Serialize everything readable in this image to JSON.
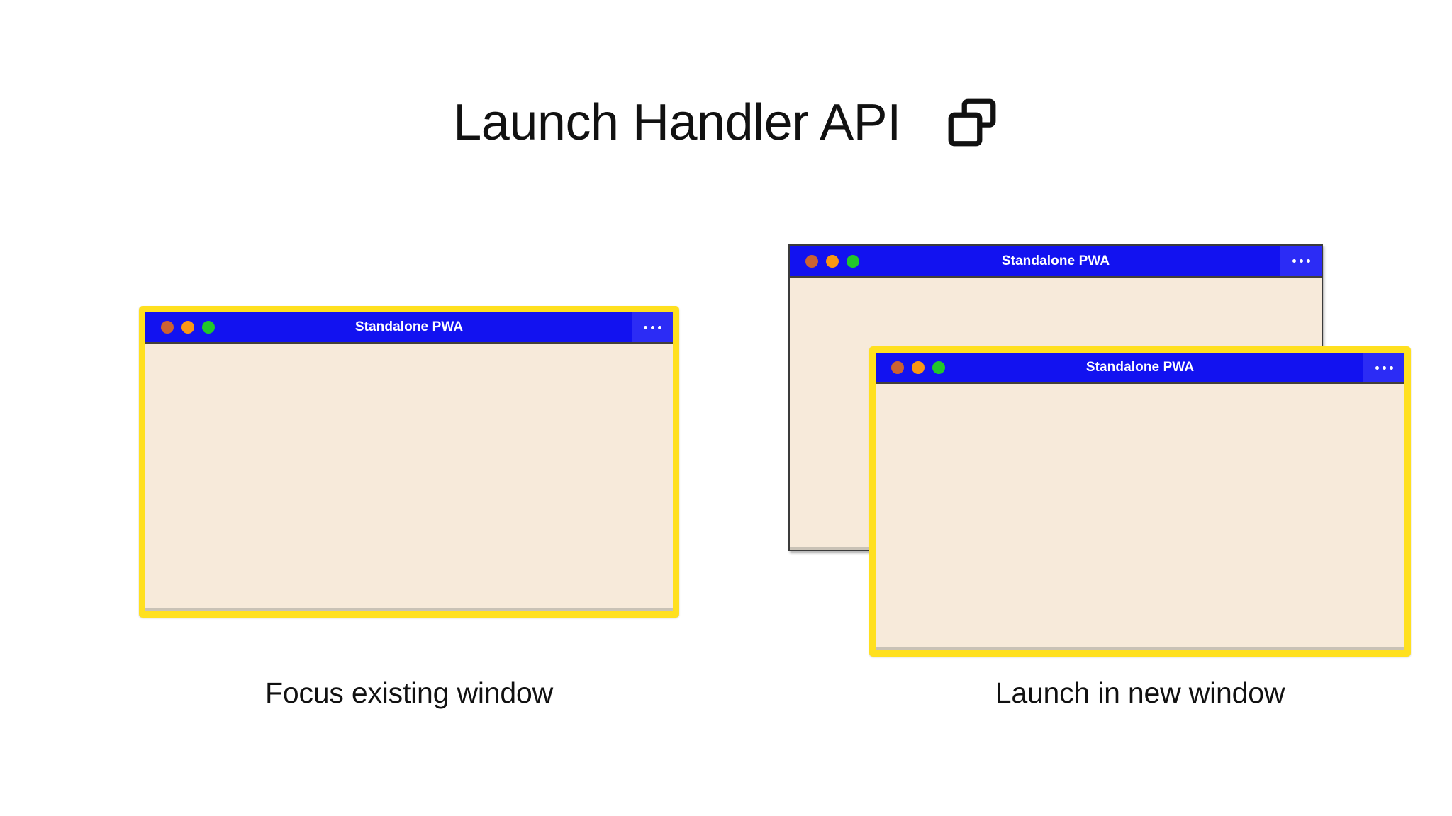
{
  "page": {
    "title": "Launch Handler API",
    "title_icon": "overlapping-windows-icon",
    "background_color": "#ffffff"
  },
  "colors": {
    "titlebar_blue": "#1212F0",
    "menu_blue": "#2C2CF5",
    "client_cream": "#F7EADA",
    "highlight_yellow": "#FFE01F",
    "plain_border": "#3b3b3b",
    "traffic_close": "#CB6232",
    "traffic_minimize": "#FA9714",
    "traffic_zoom": "#21C72A",
    "text_black": "#111111",
    "titlebar_text": "#ffffff"
  },
  "scenes": [
    {
      "id": "focus-existing",
      "caption": "Focus existing window",
      "windows": [
        {
          "id": "focus-existing-window",
          "title": "Standalone PWA",
          "highlighted": true,
          "menu_label": "•••",
          "traffic_lights": [
            "close",
            "minimize",
            "zoom"
          ]
        }
      ]
    },
    {
      "id": "launch-new",
      "caption": "Launch in new window",
      "windows": [
        {
          "id": "new-background-window",
          "title": "Standalone PWA",
          "highlighted": false,
          "menu_label": "•••",
          "traffic_lights": [
            "close",
            "minimize",
            "zoom"
          ]
        },
        {
          "id": "new-foreground-window",
          "title": "Standalone PWA",
          "highlighted": true,
          "menu_label": "•••",
          "traffic_lights": [
            "close",
            "minimize",
            "zoom"
          ]
        }
      ]
    }
  ]
}
